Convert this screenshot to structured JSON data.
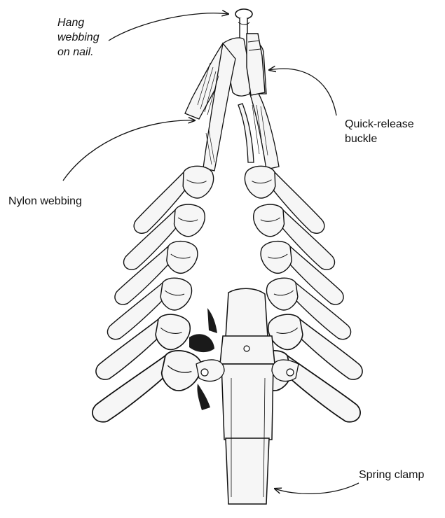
{
  "labels": {
    "hang_line1": "Hang",
    "hang_line2": "webbing",
    "hang_line3": "on nail.",
    "buckle_line1": "Quick-release",
    "buckle_line2": "buckle",
    "nylon": "Nylon webbing",
    "clamp": "Spring clamp"
  },
  "colors": {
    "ink": "#111111",
    "paper": "#ffffff",
    "fill": "#f6f6f6",
    "shade": "#1a1a1a"
  }
}
